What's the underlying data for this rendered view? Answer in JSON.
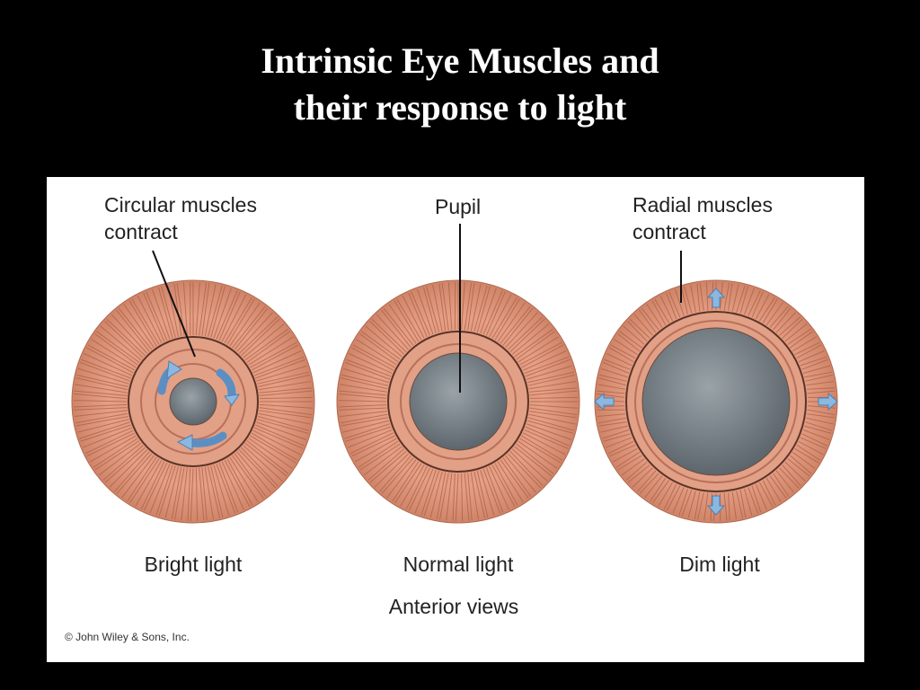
{
  "title": {
    "line1": "Intrinsic Eye Muscles and",
    "line2": "their response to light"
  },
  "figure": {
    "labels": {
      "circular_muscles": [
        "Circular muscles",
        "contract"
      ],
      "pupil": "Pupil",
      "radial_muscles": [
        "Radial muscles",
        "contract"
      ]
    },
    "panels": [
      {
        "caption": "Bright light",
        "pupil_size": "small"
      },
      {
        "caption": "Normal light",
        "pupil_size": "medium"
      },
      {
        "caption": "Dim light",
        "pupil_size": "large"
      }
    ],
    "views_caption": "Anterior views",
    "copyright": "© John Wiley & Sons, Inc.",
    "colors": {
      "iris_light": "#e8a489",
      "iris_dark": "#b86a4e",
      "pupil": "#7a8288",
      "arrow": "#8bb8e0"
    }
  }
}
